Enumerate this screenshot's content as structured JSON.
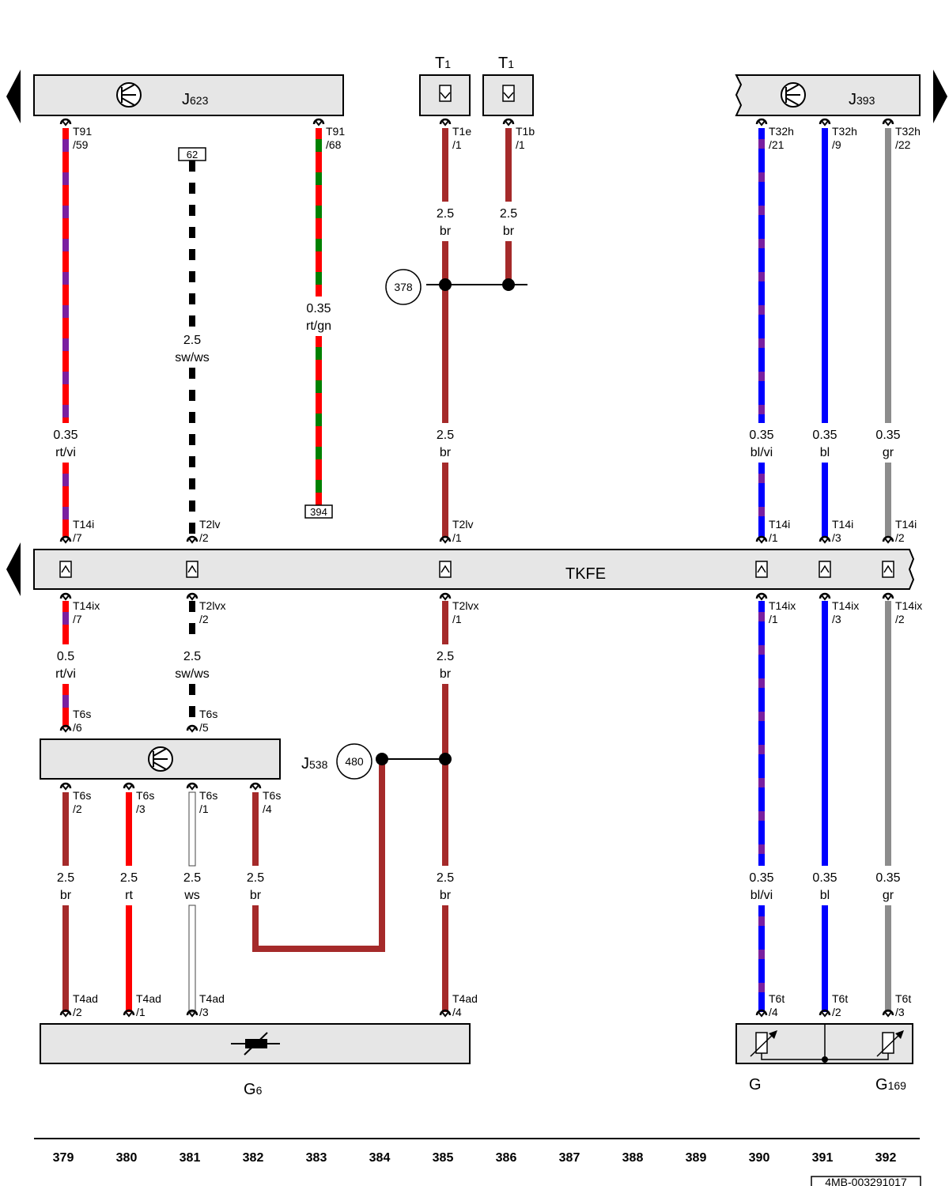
{
  "components": {
    "J623": {
      "main": "J",
      "sub": "623"
    },
    "J393": {
      "main": "J",
      "sub": "393"
    },
    "TKFE": {
      "main": "TKFE",
      "sub": ""
    },
    "J538": {
      "main": "J",
      "sub": "538"
    },
    "G6": {
      "main": "G",
      "sub": "6"
    },
    "G": {
      "main": "G",
      "sub": ""
    },
    "G169": {
      "main": "G",
      "sub": "169"
    },
    "T1a": {
      "main": "T",
      "sub": "1"
    },
    "T1b": {
      "main": "T",
      "sub": "1"
    }
  },
  "pins": {
    "t91_59": [
      "T91",
      "/59"
    ],
    "t91_68": [
      "T91",
      "/68"
    ],
    "t1e_1": [
      "T1e",
      "/1"
    ],
    "t1b_1": [
      "T1b",
      "/1"
    ],
    "t32h_21": [
      "T32h",
      "/21"
    ],
    "t32h_9": [
      "T32h",
      "/9"
    ],
    "t32h_22": [
      "T32h",
      "/22"
    ],
    "t14i_7": [
      "T14i",
      "/7"
    ],
    "t2lv_2": [
      "T2lv",
      "/2"
    ],
    "t2lv_1": [
      "T2lv",
      "/1"
    ],
    "t14i_1": [
      "T14i",
      "/1"
    ],
    "t14i_3": [
      "T14i",
      "/3"
    ],
    "t14i_2": [
      "T14i",
      "/2"
    ],
    "t14ix_7": [
      "T14ix",
      "/7"
    ],
    "t2lvx_2": [
      "T2lvx",
      "/2"
    ],
    "t2lvx_1": [
      "T2lvx",
      "/1"
    ],
    "t14ix_1": [
      "T14ix",
      "/1"
    ],
    "t14ix_3": [
      "T14ix",
      "/3"
    ],
    "t14ix_2": [
      "T14ix",
      "/2"
    ],
    "t6s_6": [
      "T6s",
      "/6"
    ],
    "t6s_5": [
      "T6s",
      "/5"
    ],
    "t6s_2": [
      "T6s",
      "/2"
    ],
    "t6s_3": [
      "T6s",
      "/3"
    ],
    "t6s_1": [
      "T6s",
      "/1"
    ],
    "t6s_4": [
      "T6s",
      "/4"
    ],
    "t4ad_2": [
      "T4ad",
      "/2"
    ],
    "t4ad_1": [
      "T4ad",
      "/1"
    ],
    "t4ad_3": [
      "T4ad",
      "/3"
    ],
    "t4ad_4": [
      "T4ad",
      "/4"
    ],
    "t6t_4": [
      "T6t",
      "/4"
    ],
    "t6t_2": [
      "T6t",
      "/2"
    ],
    "t6t_3": [
      "T6t",
      "/3"
    ]
  },
  "wire_labels": {
    "w_rtvi_a": [
      "0.35",
      "rt/vi"
    ],
    "w_swws_a": [
      "2.5",
      "sw/ws"
    ],
    "w_rtgn": [
      "0.35",
      "rt/gn"
    ],
    "w_br_385a": [
      "2.5",
      "br"
    ],
    "w_br_386a": [
      "2.5",
      "br"
    ],
    "w_br_385b": [
      "2.5",
      "br"
    ],
    "w_blvi_a": [
      "0.35",
      "bl/vi"
    ],
    "w_bl_a": [
      "0.35",
      "bl"
    ],
    "w_gr_a": [
      "0.35",
      "gr"
    ],
    "w_rtvi_b": [
      "0.5",
      "rt/vi"
    ],
    "w_swws_b": [
      "2.5",
      "sw/ws"
    ],
    "w_br_385c": [
      "2.5",
      "br"
    ],
    "w_br_379": [
      "2.5",
      "br"
    ],
    "w_rt_380": [
      "2.5",
      "rt"
    ],
    "w_ws_381": [
      "2.5",
      "ws"
    ],
    "w_br_382": [
      "2.5",
      "br"
    ],
    "w_br_385d": [
      "2.5",
      "br"
    ],
    "w_blvi_b": [
      "0.35",
      "bl/vi"
    ],
    "w_bl_b": [
      "0.35",
      "bl"
    ],
    "w_gr_b": [
      "0.35",
      "gr"
    ]
  },
  "references": {
    "box_62": "62",
    "box_394": "394",
    "circle_378": "378",
    "circle_480": "480"
  },
  "column_numbers": [
    "379",
    "380",
    "381",
    "382",
    "383",
    "384",
    "385",
    "386",
    "387",
    "388",
    "389",
    "390",
    "391",
    "392"
  ],
  "document_code": "4MB-003291017",
  "colors": {
    "rt": "#ff0000",
    "vi": "#7a1fa0",
    "br": "#a52a2a",
    "gn": "#008000",
    "sw": "#000000",
    "ws": "#ffffff",
    "bl": "#0000ff",
    "gr": "#8c8c8c",
    "component_fill": "#e6e6e6"
  }
}
